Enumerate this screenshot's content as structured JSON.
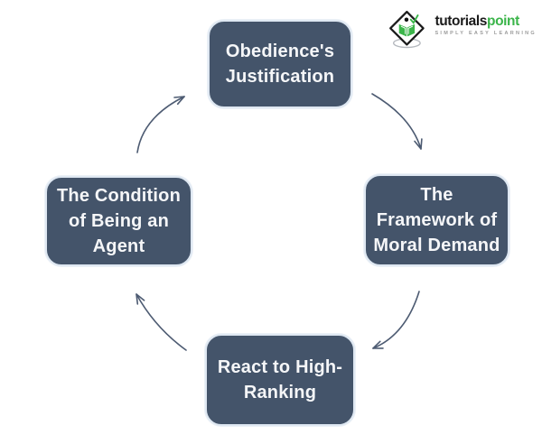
{
  "diagram": {
    "type": "cycle",
    "flow_direction": "clockwise",
    "node_fill_color": "#44546A",
    "node_text_color": "#ffffff",
    "arrow_color": "#4d5b72",
    "nodes": [
      {
        "position": "top",
        "label": "Obedience's\nJustification"
      },
      {
        "position": "right",
        "label": "The\nFramework of\nMoral Demand"
      },
      {
        "position": "bottom",
        "label": "React to High-\nRanking"
      },
      {
        "position": "left",
        "label": "The Condition\nof Being an\nAgent"
      }
    ]
  },
  "logo": {
    "brand_part_black": "tutorials",
    "brand_part_green": "point",
    "tagline": "SIMPLY EASY LEARNING",
    "brand_green_color": "#3bb54a",
    "icon_name": "tutorialspoint-diamond-logo"
  }
}
